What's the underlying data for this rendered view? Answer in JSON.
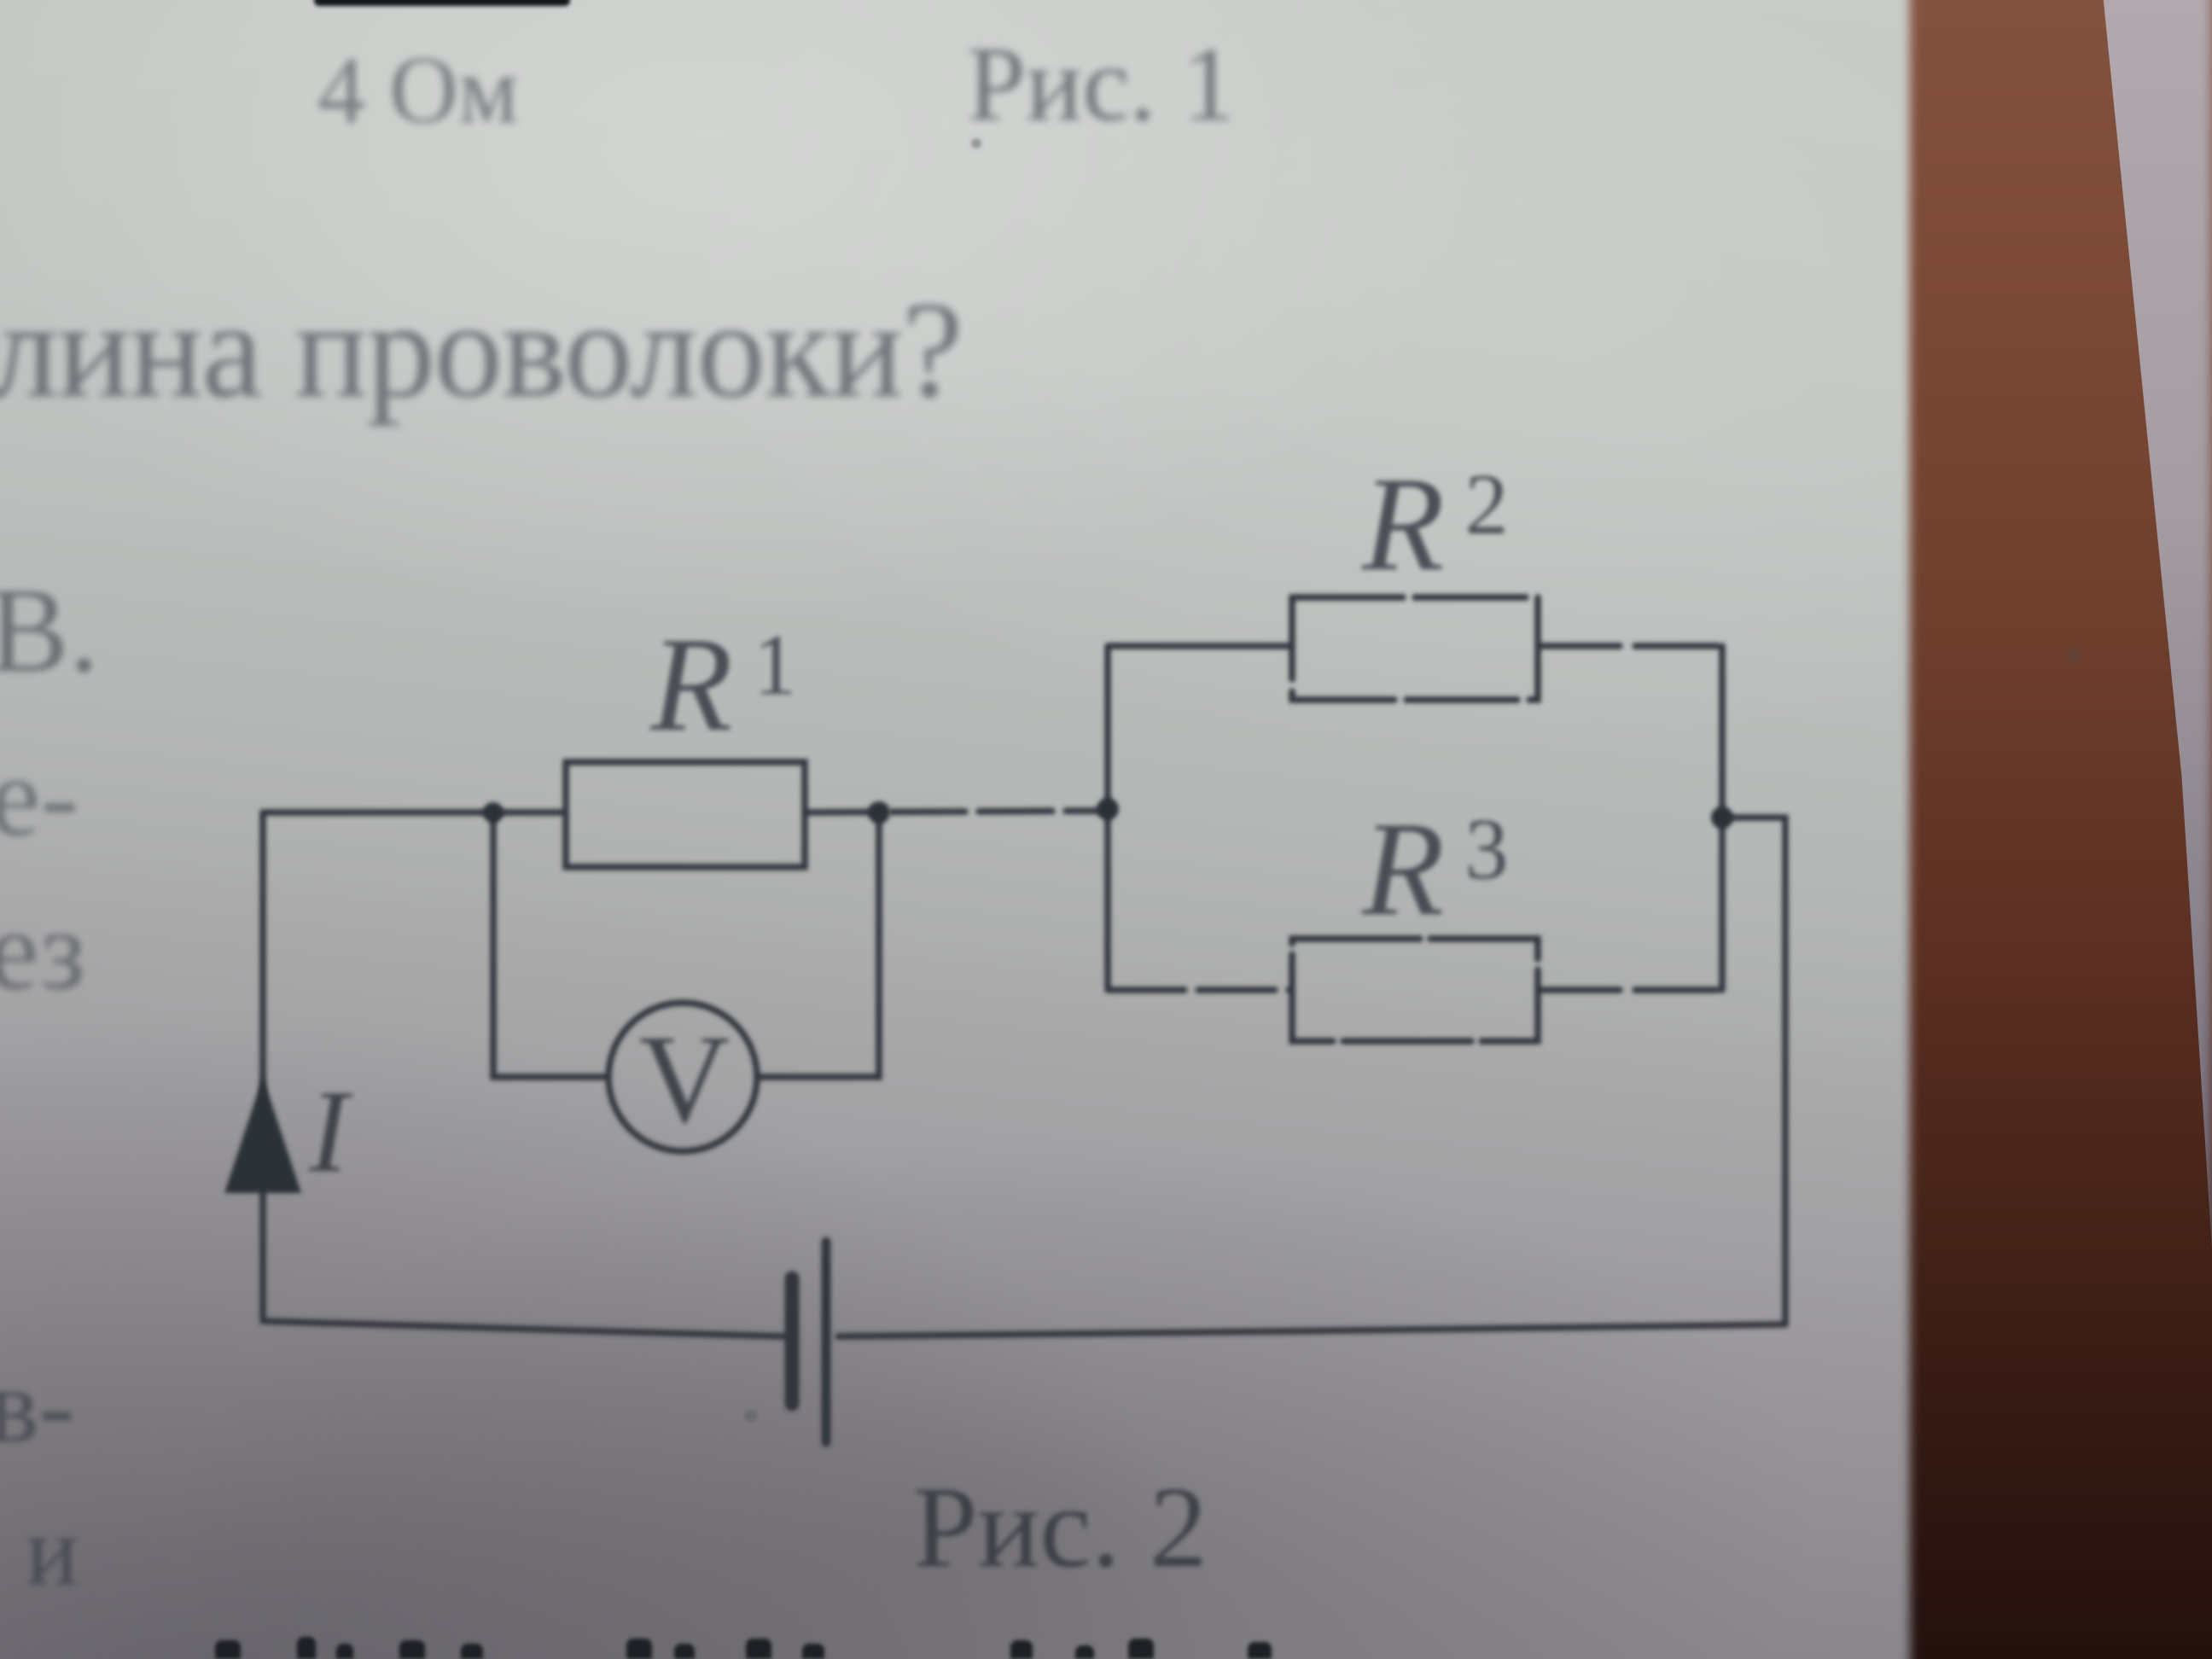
{
  "figure": {
    "resistance_note": "4 Ом",
    "caption_top": "Рис. 1",
    "question_fragment": "лина проволоки?",
    "margin_fragments": [
      "В.",
      "е-",
      "ез",
      "в-",
      "и"
    ],
    "caption_bottom": "Рис. 2"
  },
  "circuit": {
    "resistors": [
      {
        "letter": "R",
        "index": "1"
      },
      {
        "letter": "R",
        "index": "2"
      },
      {
        "letter": "R",
        "index": "3"
      }
    ],
    "voltmeter_label": "V",
    "current_label": "I",
    "description": "Battery circuit: resistor R1 with voltmeter V connected in parallel, in series with the parallel pair R2 and R3; current I flows up the left branch"
  },
  "colors": {
    "ink": "#31353c",
    "page_light": "#c8cbc8",
    "page_dark": "#817e84",
    "wood_light": "#7f4e3b",
    "wood_dark": "#22100d",
    "side_edge": "#aba3a9"
  }
}
